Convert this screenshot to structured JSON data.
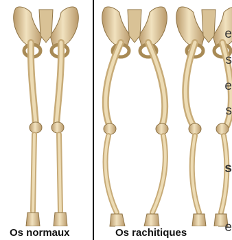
{
  "captions": {
    "normal": "Os normaux",
    "rickets": "Os rachitiques"
  },
  "edge_text": [
    "e",
    "s",
    "e",
    "s",
    "s",
    "e"
  ],
  "colors": {
    "bone": "#e8d6ad",
    "bone_shade": "#a88a55",
    "divider": "#111111",
    "background": "#ffffff"
  }
}
